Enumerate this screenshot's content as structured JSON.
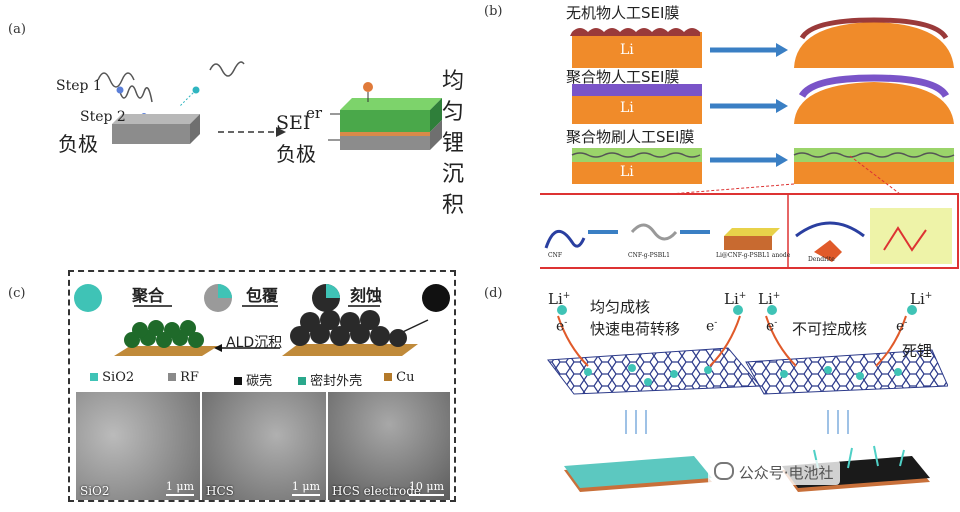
{
  "panel_a": {
    "label": "(a)",
    "step1": "Step 1",
    "step2": "Step 2",
    "anode_left": "负极",
    "sei": "SEI",
    "anode_right": "负极",
    "layer": "er",
    "vertical": [
      "均",
      "匀",
      "锂",
      "沉",
      "积"
    ]
  },
  "panel_b": {
    "label": "(b)",
    "row1": "无机物人工SEI膜",
    "row2": "聚合物人工SEI膜",
    "row3": "聚合物刷人工SEI膜",
    "li": "Li",
    "inset": [
      "CNF",
      "CNF-g-PSBL1",
      "Li@CNF-g-PSBL1 anode",
      "Dendrite"
    ]
  },
  "panel_c": {
    "label": "(c)",
    "steps": [
      "聚合",
      "包覆",
      "刻蚀"
    ],
    "ald": "ALD沉积",
    "legend": [
      {
        "name": "SiO2",
        "color": "#3fc3b6"
      },
      {
        "name": "RF",
        "color": "#8a8a8a"
      },
      {
        "name": "碳壳",
        "color": "#111111"
      },
      {
        "name": "密封外壳",
        "color": "#2aa88c"
      },
      {
        "name": "Cu",
        "color": "#b47a2a"
      }
    ],
    "sem": [
      {
        "label": "SiO2",
        "scale": "1 μm"
      },
      {
        "label": "HCS",
        "scale": "1 μm"
      },
      {
        "label": "HCS electrode",
        "scale": "10 μm"
      }
    ]
  },
  "panel_d": {
    "label": "(d)",
    "left_text": [
      "均匀成核",
      "快速电荷转移"
    ],
    "right_text": [
      "不可控成核",
      "死锂"
    ],
    "li": "Li",
    "li_sup": "+",
    "e": "e",
    "e_sup": "-"
  },
  "watermark": "公众号·电池社"
}
